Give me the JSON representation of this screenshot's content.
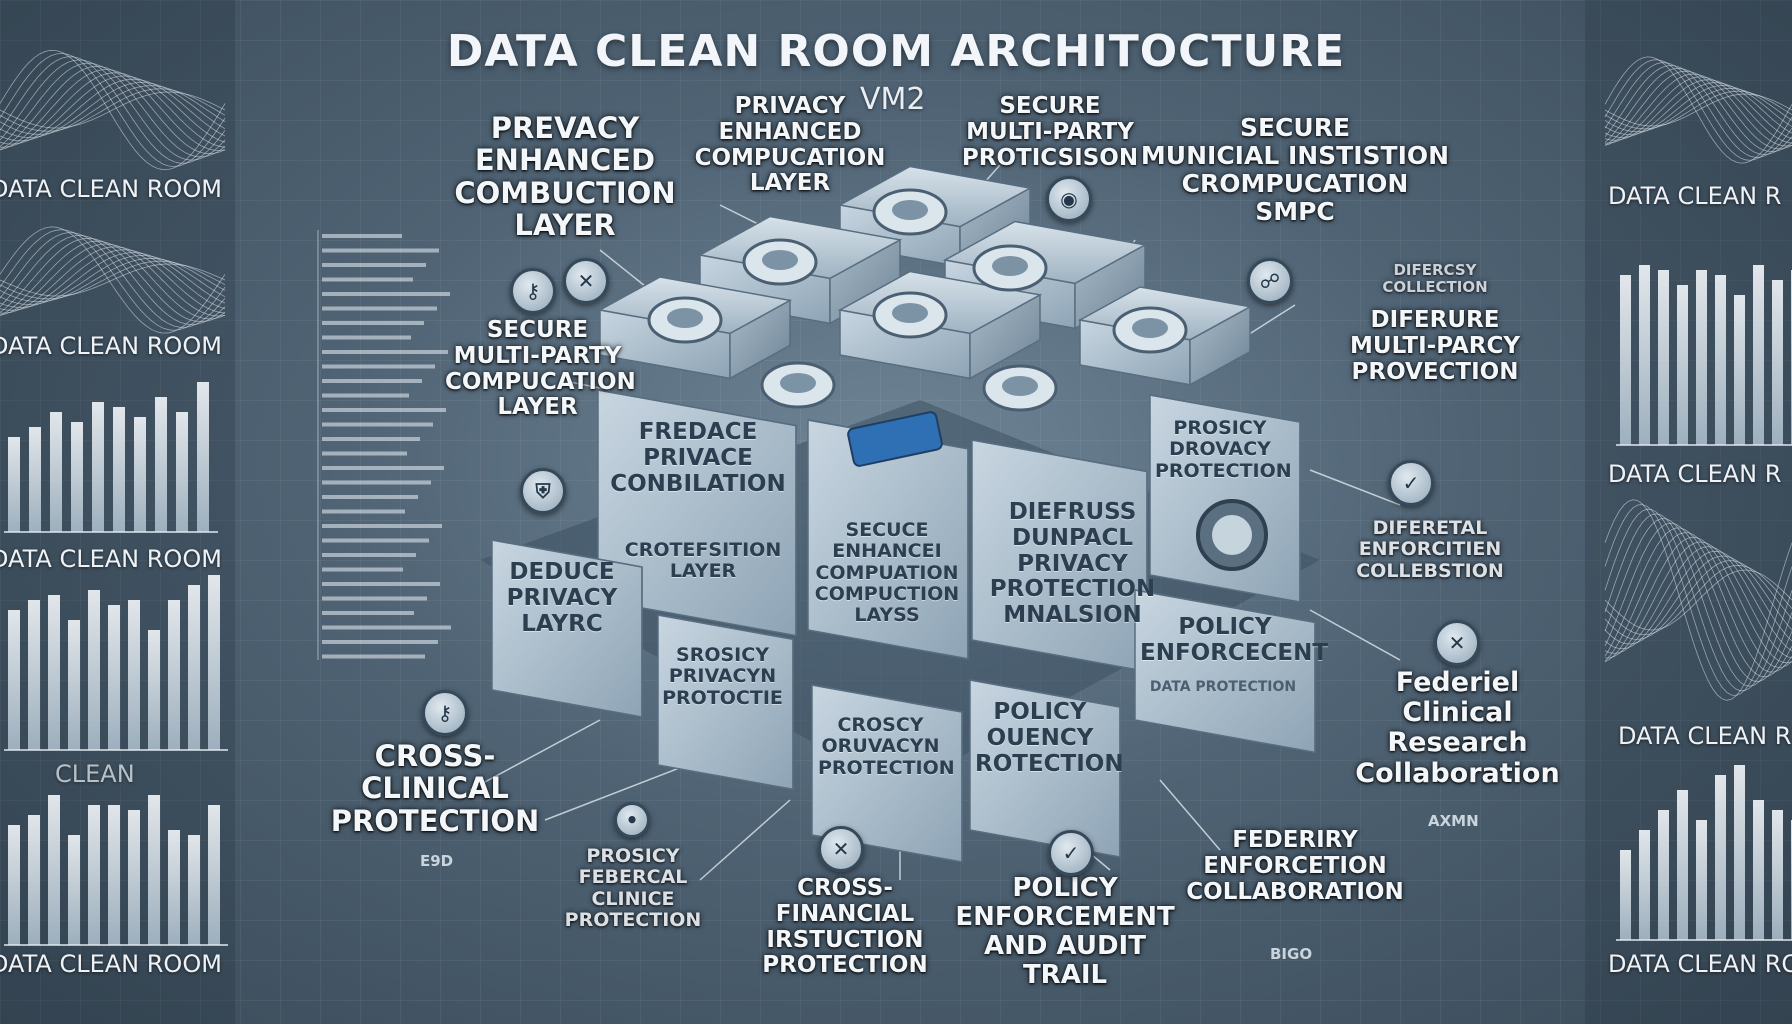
{
  "title": "DATA CLEAN ROOM ARCHITOCTURE",
  "version": "VM2",
  "labels": {
    "top_left": "PREVACY\nENHANCED\nCOMBUCTION\nLAYER",
    "top_mid_left": "PRIVACY\nENHANCED\nCOMPUCATION\nLAYER",
    "top_mid": "SECURE\nMULTI-PARTY\nPROTICSISON",
    "top_right": "SECURE\nMUNICIAL INSTISTION\nCROMPUCATION\nSMPC",
    "left_mid": "SECURE\nMULTI-PARTY\nCOMPUCATION\nLAYER",
    "right_upper_small": "DIFERCSY\nCOLLECTION",
    "right_upper": "DIFERURE\nMULTI-PARCY\nPROVECTION",
    "right_mid": "DIFERETAL\nENFORCITIEN\nCOLLEBSTION",
    "right_lower": "Federiel\nClinical\nResearch\nCollaboration",
    "right_lower_small": "AXMN",
    "bottom_left": "CROSS-\nCLINICAL\nPROTECTION",
    "bottom_left_small": "E9D",
    "bottom_mid_left": "PROSICY\nFEBERCAL\nCLINICE\nPROTECTION",
    "bottom_mid": "CROSS-\nFINANCIAL\nIRSTUCTION\nPROTECTION",
    "bottom_mid_right": "POLICY\nENFORCEMENT\nAND AUDIT TRAIL",
    "bottom_right": "FEDERIRY\nENFORCETION\nCOLLABORATION",
    "bottom_right_small": "BIGO"
  },
  "cube_faces": {
    "left_upper": "FREDACE\nPRIVACE\nCONBILATION",
    "left_upper_sub": "CROTEFSITION\nLAYER",
    "front_center": "SECUCE\nENHANCEI\nCOMPUATION\nCOMPUCTION\nLAYSS",
    "right_center": "DIEFRUSS\nDUNPACL\nPRIVACY\nPROTECTION\nMNALSION",
    "right_upper": "PROSICY\nDROVACY\nPROTECTION",
    "front_left_lower": "DEDUCE\nPRIVACY\nLAYRC",
    "front_mid_lower": "SROSICY\nPRIVACYN\nPROTOCTIE",
    "front_mid2_lower": "CROSCY\nORUVACYN\nPROTECTION",
    "front_right_lower": "POLICY\nOUENCY\nROTECTION",
    "far_right_lower": "POLICY\nENFORCECENT",
    "far_right_lower_sub": "DATA PROTECTION"
  },
  "side_panels": {
    "left_caps": [
      "DATA CLEAN ROOM",
      "DATA CLEAN ROOM",
      "DATA CLEAN ROOM",
      "CLEAN",
      "DATA CLEAN ROOM"
    ],
    "right_caps": [
      "DATA CLEAN R",
      "DATA CLEAN R",
      "DATA CLEAN R",
      "DATA CLEAN ROOM"
    ]
  },
  "colors": {
    "cube_face": "#a9bccb",
    "cube_face_dark": "#7f95a6",
    "cube_top": "#c3d2dd",
    "accent_blue": "#2f6fb3",
    "bar": "#d9e3ea"
  }
}
